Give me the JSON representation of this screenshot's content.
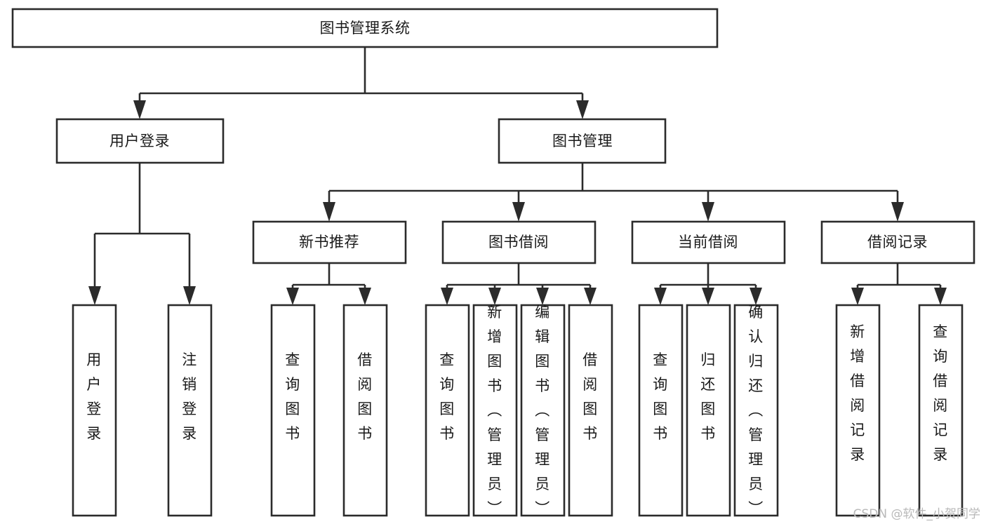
{
  "diagram": {
    "type": "hierarchy-tree",
    "title": "图书管理系统",
    "watermark": "CSDN @软件_小贺同学",
    "colors": {
      "box_stroke": "#2b2b2b",
      "box_fill": "#ffffff",
      "text": "#1a1a1a",
      "background": "#ffffff",
      "watermark": "#b9b9b9"
    },
    "root": {
      "id": "root",
      "label": "图书管理系统",
      "orientation": "horizontal"
    },
    "level2": [
      {
        "id": "user-login",
        "label": "用户登录",
        "orientation": "horizontal"
      },
      {
        "id": "book-management",
        "label": "图书管理",
        "orientation": "horizontal"
      }
    ],
    "level3": [
      {
        "id": "new-book-recommend",
        "label": "新书推荐",
        "parent": "book-management",
        "orientation": "horizontal"
      },
      {
        "id": "book-borrow",
        "label": "图书借阅",
        "parent": "book-management",
        "orientation": "horizontal"
      },
      {
        "id": "current-borrow",
        "label": "当前借阅",
        "parent": "book-management",
        "orientation": "horizontal"
      },
      {
        "id": "borrow-record",
        "label": "借阅记录",
        "parent": "book-management",
        "orientation": "horizontal"
      }
    ],
    "leaves": [
      {
        "id": "leaf-user-login",
        "label": "用户登录",
        "parent": "user-login",
        "orientation": "vertical"
      },
      {
        "id": "leaf-user-logout",
        "label": "注销登录",
        "parent": "user-login",
        "orientation": "vertical"
      },
      {
        "id": "leaf-query-book-1",
        "label": "查询图书",
        "parent": "new-book-recommend",
        "orientation": "vertical"
      },
      {
        "id": "leaf-borrow-book-1",
        "label": "借阅图书",
        "parent": "new-book-recommend",
        "orientation": "vertical"
      },
      {
        "id": "leaf-query-book-2",
        "label": "查询图书",
        "parent": "book-borrow",
        "orientation": "vertical"
      },
      {
        "id": "leaf-add-book",
        "label": "新增图书（管理员）",
        "parent": "book-borrow",
        "orientation": "vertical"
      },
      {
        "id": "leaf-edit-book",
        "label": "编辑图书（管理员）",
        "parent": "book-borrow",
        "orientation": "vertical"
      },
      {
        "id": "leaf-borrow-book-2",
        "label": "借阅图书",
        "parent": "book-borrow",
        "orientation": "vertical"
      },
      {
        "id": "leaf-query-book-3",
        "label": "查询图书",
        "parent": "current-borrow",
        "orientation": "vertical"
      },
      {
        "id": "leaf-return-book",
        "label": "归还图书",
        "parent": "current-borrow",
        "orientation": "vertical"
      },
      {
        "id": "leaf-confirm-return",
        "label": "确认归还（管理员）",
        "parent": "current-borrow",
        "orientation": "vertical"
      },
      {
        "id": "leaf-add-record",
        "label": "新增借阅记录",
        "parent": "borrow-record",
        "orientation": "vertical"
      },
      {
        "id": "leaf-query-record",
        "label": "查询借阅记录",
        "parent": "borrow-record",
        "orientation": "vertical"
      }
    ]
  }
}
